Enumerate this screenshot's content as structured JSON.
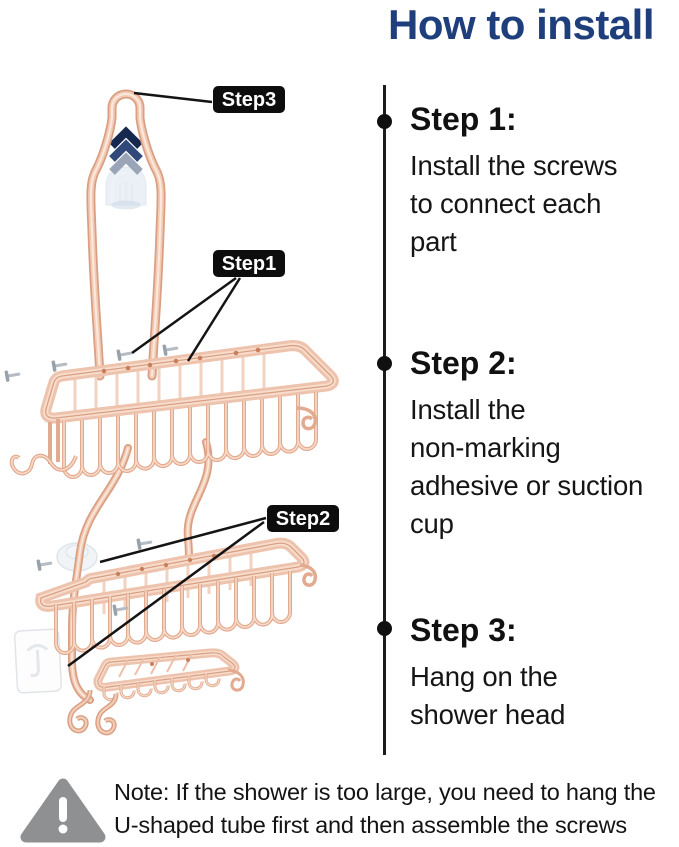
{
  "title": "How to install",
  "colors": {
    "title_blue": "#1f3f7c",
    "caddy_rose_gold": "#eec3ad",
    "label_bg": "#0d0d0d",
    "label_text": "#ffffff",
    "warning_gray": "#8f9092",
    "body_text": "#151515"
  },
  "illustration": {
    "step1_label": "Step1",
    "step2_label": "Step2",
    "step3_label": "Step3",
    "icons": {
      "hanger": "u-shaped-hanger-tube",
      "chevrons": "up-chevrons-icon",
      "shower_head": "ghost-shower-head"
    }
  },
  "steps": [
    {
      "heading": "Step 1:",
      "lines": [
        "Install the screws",
        "to connect each",
        "part"
      ]
    },
    {
      "heading": "Step 2:",
      "lines": [
        "Install the",
        "non-marking",
        "adhesive or suction",
        "cup"
      ]
    },
    {
      "heading": "Step 3:",
      "lines": [
        "Hang on the",
        "shower head"
      ]
    }
  ],
  "note": {
    "icon": "warning-triangle",
    "lines": [
      "Note: If the shower is too large, you need to hang the",
      "U-shaped tube first and then assemble the screws"
    ]
  }
}
